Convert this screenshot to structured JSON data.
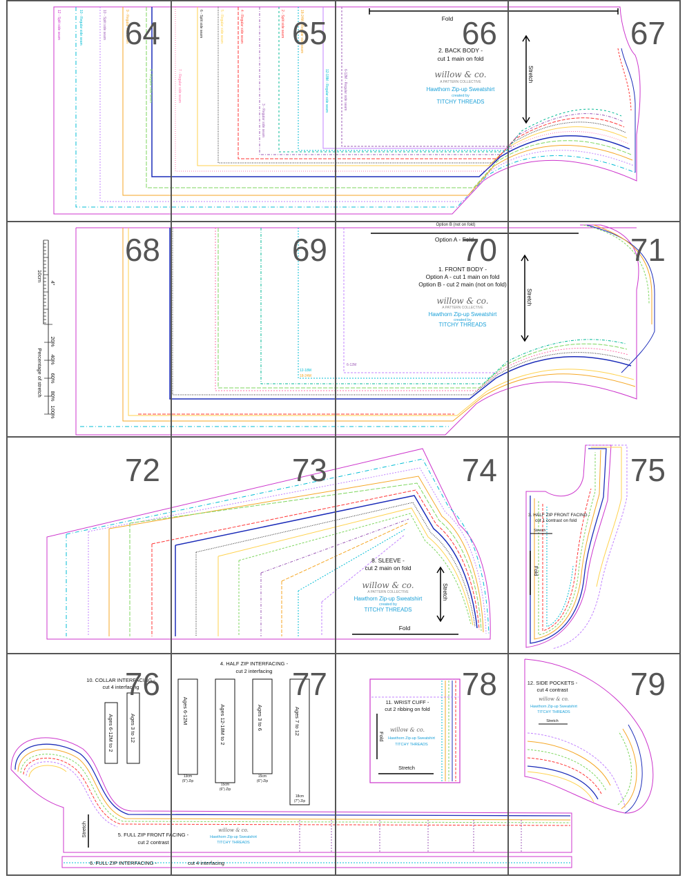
{
  "page_numbers": [
    "64",
    "65",
    "66",
    "67",
    "68",
    "69",
    "70",
    "71",
    "72",
    "73",
    "74",
    "75",
    "76",
    "77",
    "78",
    "79"
  ],
  "colors": {
    "grid": "#555555",
    "outline": "#cc33cc",
    "brand": "#1aa0d8",
    "sizes": [
      "#cc33cc",
      "#00bcd4",
      "#c080ff",
      "#f5a623",
      "#ff3333",
      "#7cd65c",
      "#ffd24d",
      "#1a2bb8",
      "#222222",
      "#ff6fa8",
      "#9b59b6",
      "#00b894"
    ]
  },
  "pieces": {
    "back_body": {
      "title": "2. BACK BODY -",
      "cut": "cut 1 main on fold",
      "fold": "Fold",
      "stretch": "Stretch",
      "seam_labels": [
        "12 - Split side seam",
        "10 - Regular side seam",
        "10 - Split side seam",
        "9 - Regular side seam",
        "8 - Regular side seam",
        "7 - Regular side seam",
        "6 - Split side seam",
        "5 - Regular side seam",
        "4 - Regular side seam",
        "3 - Regular side seam",
        "2 - Split side seam",
        "18-24M - Regular side seam",
        "12-18M - Regular side seam",
        "6-12M - Regular side seam"
      ]
    },
    "front_body": {
      "title": "1. FRONT BODY -",
      "option_a": "Option A - cut 1 main on fold",
      "option_b": "Option B - cut 2 main (not on fold)",
      "fold_a": "Option A - Fold",
      "fold_b": "Option B (not on fold)",
      "stretch": "Stretch",
      "size_tags": [
        "12-18M",
        "18-24M",
        "6-12M"
      ]
    },
    "sleeve": {
      "title": "8. SLEEVE -",
      "cut": "cut 2 main on fold",
      "fold": "Fold",
      "stretch": "Stretch"
    },
    "half_zip_front_facing": {
      "title": "3. HALF ZIP FRONT FACING -",
      "cut": "cut 1 contrast on fold",
      "stretch": "Stretch",
      "fold": "Fold"
    },
    "collar_interfacing": {
      "title": "10. COLLAR INTERFACING -",
      "cut": "cut 4 interfacing",
      "boxes": [
        "Ages 6-12M to 2",
        "Ages 3 to 12"
      ]
    },
    "half_zip_interfacing": {
      "title": "4. HALF ZIP INTERFACING -",
      "cut": "cut 2 interfacing",
      "strips": [
        {
          "label": "Ages 6-12M",
          "zip": "(5\") Zip",
          "length": "13cm"
        },
        {
          "label": "Ages 12-18M to 2",
          "zip": "(6\") Zip",
          "length": "15cm"
        },
        {
          "label": "Ages 3 to 6",
          "zip": "(6\") Zip",
          "length": "15cm"
        },
        {
          "label": "Ages 7 to 12",
          "zip": "(7\") Zip",
          "length": "18cm"
        }
      ]
    },
    "wrist_cuff": {
      "title": "11. WRIST CUFF -",
      "cut": "cut 2 ribbing on fold",
      "fold": "Fold",
      "stretch": "Stretch"
    },
    "side_pockets": {
      "title": "12. SIDE POCKETS -",
      "cut": "cut 4 contrast",
      "stretch": "Stretch"
    },
    "full_zip_front_facing": {
      "title": "5. FULL ZIP FRONT FACING -",
      "cut": "cut 2 contrast",
      "stretch": "Stretch"
    },
    "full_zip_interfacing": {
      "title": "6. FULL ZIP INTERFACING -",
      "cut": "cut 4 interfacing"
    }
  },
  "brand": {
    "logo": "willow & co.",
    "logo_sub": "A PATTERN COLLECTIVE",
    "pattern_name": "Hawthorn Zip-up Sweatshirt",
    "created_by": "created by",
    "designer": "TITCHY THREADS"
  },
  "gauge": {
    "unit_cm": "10cm",
    "unit_in": "4\"",
    "caption": "Percentage of stretch",
    "percentages": [
      "20%",
      "40%",
      "60%",
      "80%",
      "100%"
    ]
  }
}
